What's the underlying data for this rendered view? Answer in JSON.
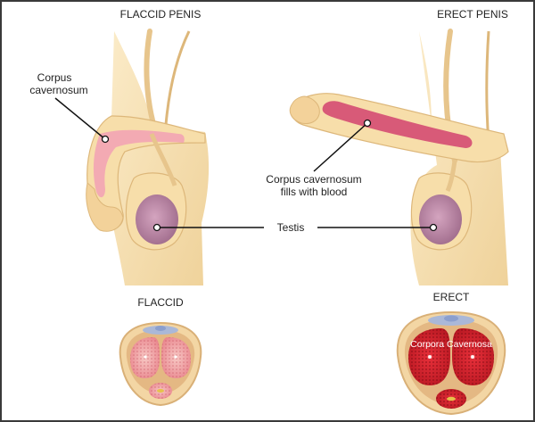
{
  "titles": {
    "flaccid_penis": "FLACCID PENIS",
    "erect_penis": "ERECT PENIS"
  },
  "callouts": {
    "corpus_cavernosum_line1": "Corpus",
    "corpus_cavernosum_line2": "cavernosum",
    "fills_with_blood_line1": "Corpus cavernosum",
    "fills_with_blood_line2": "fills with blood",
    "testis": "Testis"
  },
  "cross_sections": {
    "flaccid_label": "FLACCID",
    "erect_label": "ERECT",
    "corpora_cavernosa_label": "Corpora Cavernosa"
  },
  "colors": {
    "skin": "#f8e2b4",
    "skin_shadow": "#ddb77a",
    "corpus_flaccid": "#f2a7b3",
    "corpus_erect": "#d85a78",
    "testis": "#c38ba8",
    "erect_tissue": "#d8222d",
    "flaccid_tissue": "#ee8f98"
  }
}
